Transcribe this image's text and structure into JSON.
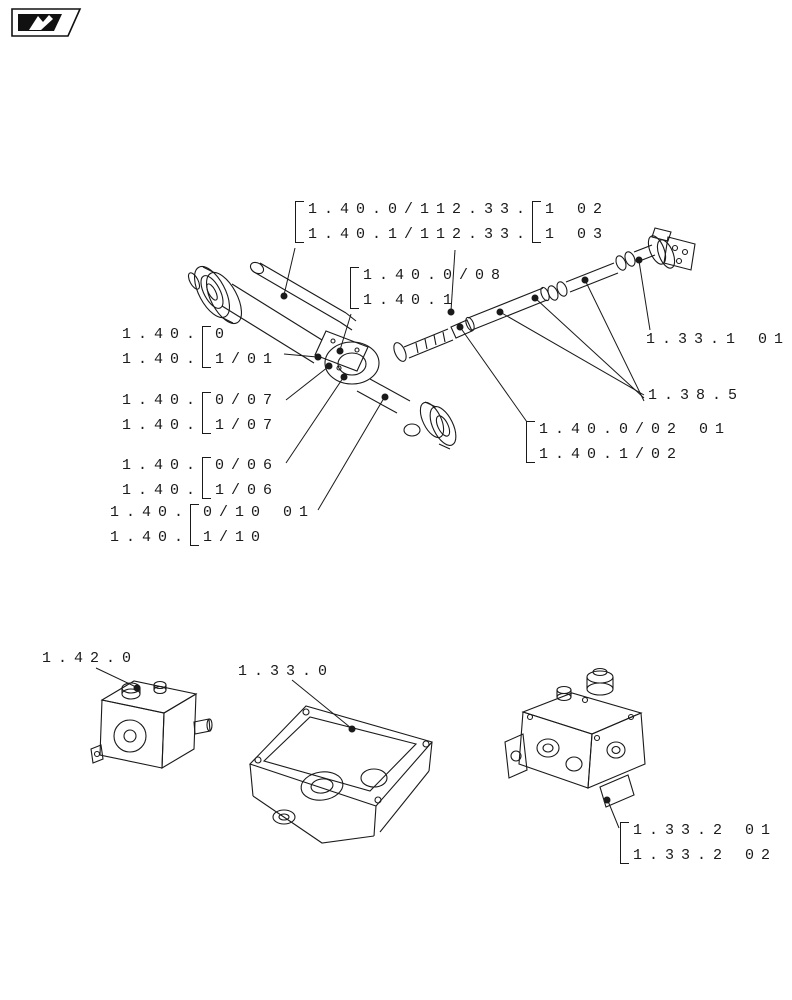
{
  "colors": {
    "ink": "#1a1a1a",
    "paper": "#ffffff"
  },
  "icons": {
    "brand": "cnh-hand-logo"
  },
  "refs": {
    "g1": {
      "l1": "1.40.0/11",
      "l2": "1.40.1/11"
    },
    "g2": {
      "p1": "2.33.",
      "p2": "2.33.",
      "l1": "1 02",
      "l2": "1 03"
    },
    "g3": {
      "l1": "1.40.0/08",
      "l2": "1.40.1"
    },
    "g4": {
      "p1": "1.40.",
      "p2": "1.40.",
      "l1": "0",
      "l2": "1/01"
    },
    "g5": {
      "p1": "1.40.",
      "p2": "1.40.",
      "l1": "0/07",
      "l2": "1/07"
    },
    "g6": {
      "p1": "1.40.",
      "p2": "1.40.",
      "l1": "0/06",
      "l2": "1/06"
    },
    "g7": {
      "p1": "1.40.",
      "p2": "1.40.",
      "l1": "0/10 01",
      "l2": "1/10"
    },
    "g8": {
      "l1": "1.40.0/02 01",
      "l2": "1.40.1/02"
    },
    "g9": {
      "l1": "1.33.2 01",
      "l2": "1.33.2 02"
    },
    "s_331": "1.33.1 01",
    "s_385": "1.38.5",
    "s_420": "1.42.0",
    "s_330": "1.33.0"
  }
}
